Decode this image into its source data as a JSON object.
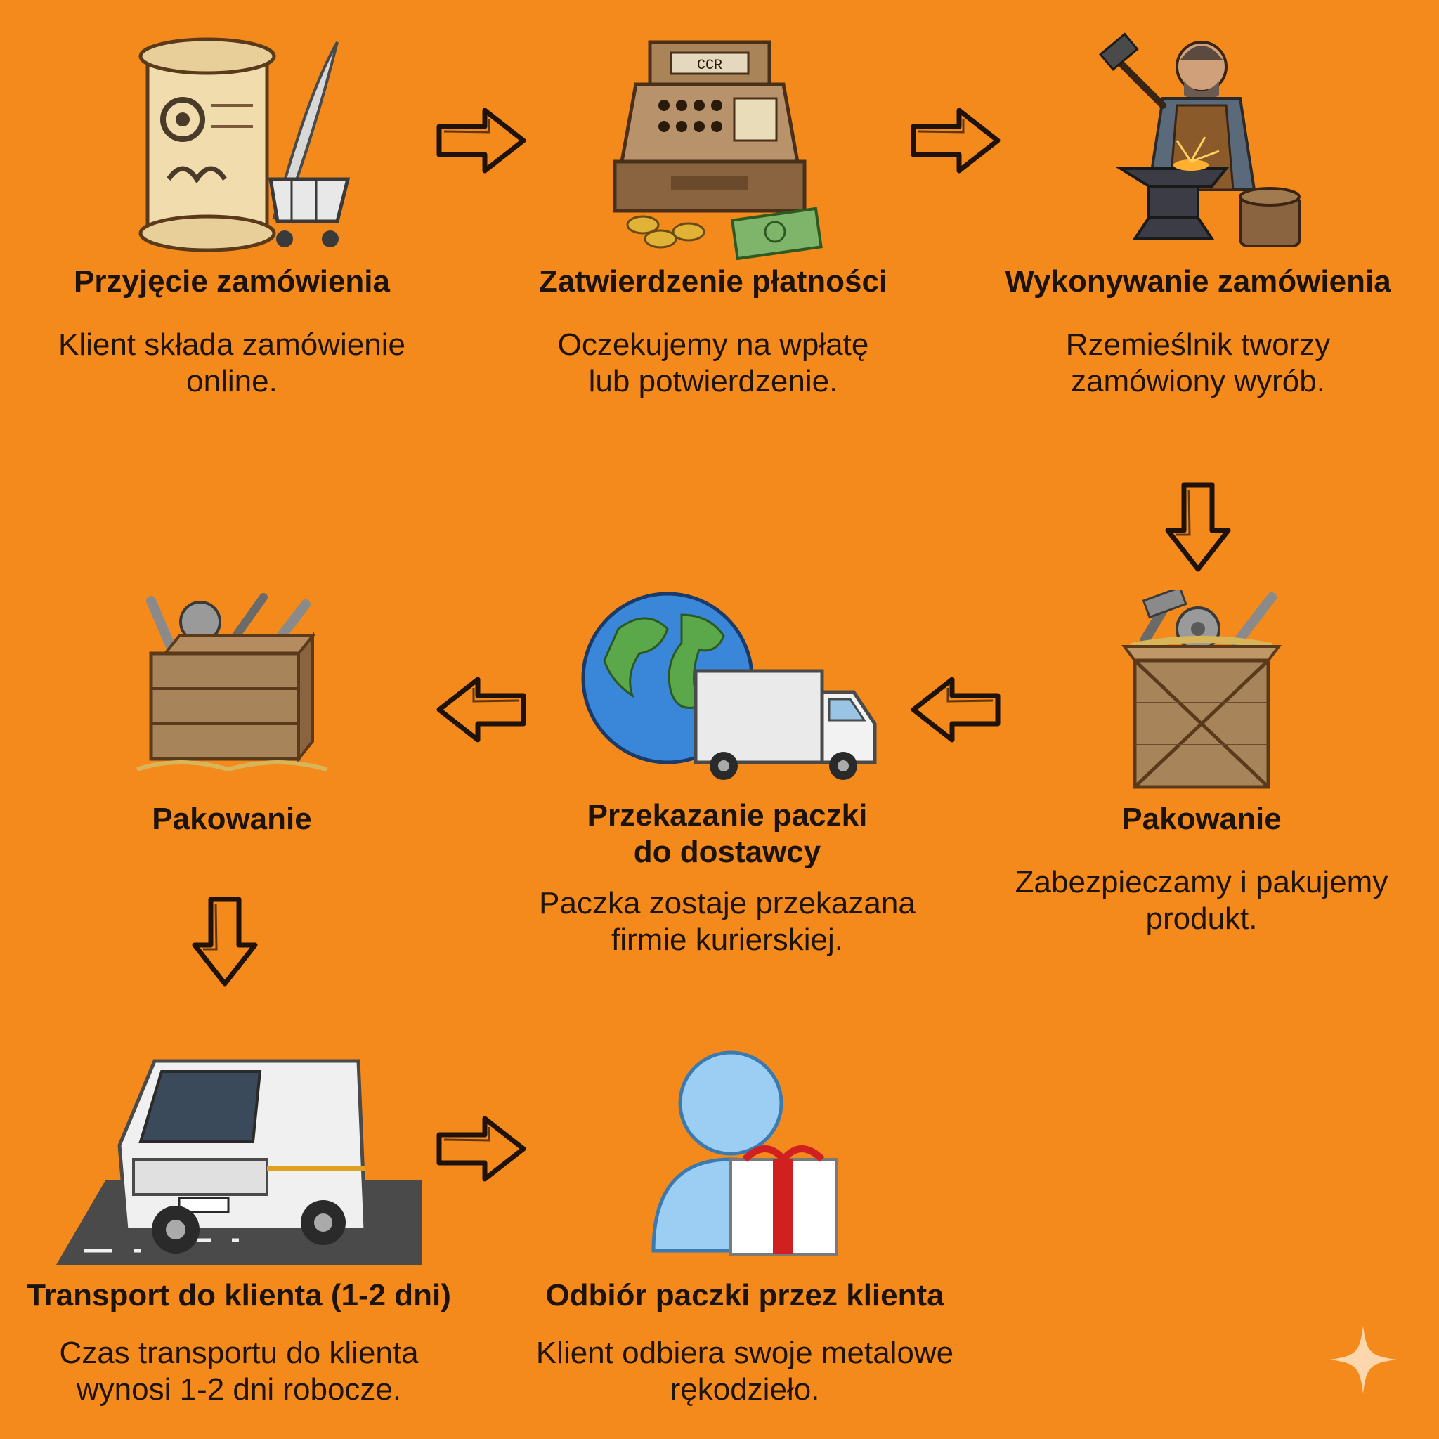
{
  "background_color": "#f58a1c",
  "steps": [
    {
      "title": "Przyjęcie zamówienia",
      "desc": "Klient składa zamówienie\nonline.",
      "icon": "scroll-quill-cart-icon"
    },
    {
      "title": "Zatwierdzenie płatności",
      "desc": "Oczekujemy na wpłatę\nlub potwierdzenie.",
      "icon": "cash-register-icon",
      "register_label": "CCR"
    },
    {
      "title": "Wykonywanie zamówienia",
      "desc": "Rzemieślnik tworzy\nzamówiony wyrób.",
      "icon": "blacksmith-anvil-icon"
    },
    {
      "title": "Pakowanie",
      "desc": "Zabezpieczamy i pakujemy\nprodukt.",
      "icon": "crate-tools-icon"
    },
    {
      "title": "Przekazanie paczki\ndo dostawcy",
      "desc": "Paczka zostaje przekazana\nfirmie kurierskiej.",
      "icon": "globe-truck-icon"
    },
    {
      "title": "Pakowanie",
      "desc": "",
      "icon": "crate-tools-icon"
    },
    {
      "title": "Transport do klienta (1-2 dni)",
      "desc": "Czas transportu do klienta\nwynosi 1-2 dni robocze.",
      "icon": "van-road-icon"
    },
    {
      "title": "Odbiór paczki przez klienta",
      "desc": "Klient odbiera swoje metalowe\nrękodzieło.",
      "icon": "user-gift-icon"
    }
  ]
}
